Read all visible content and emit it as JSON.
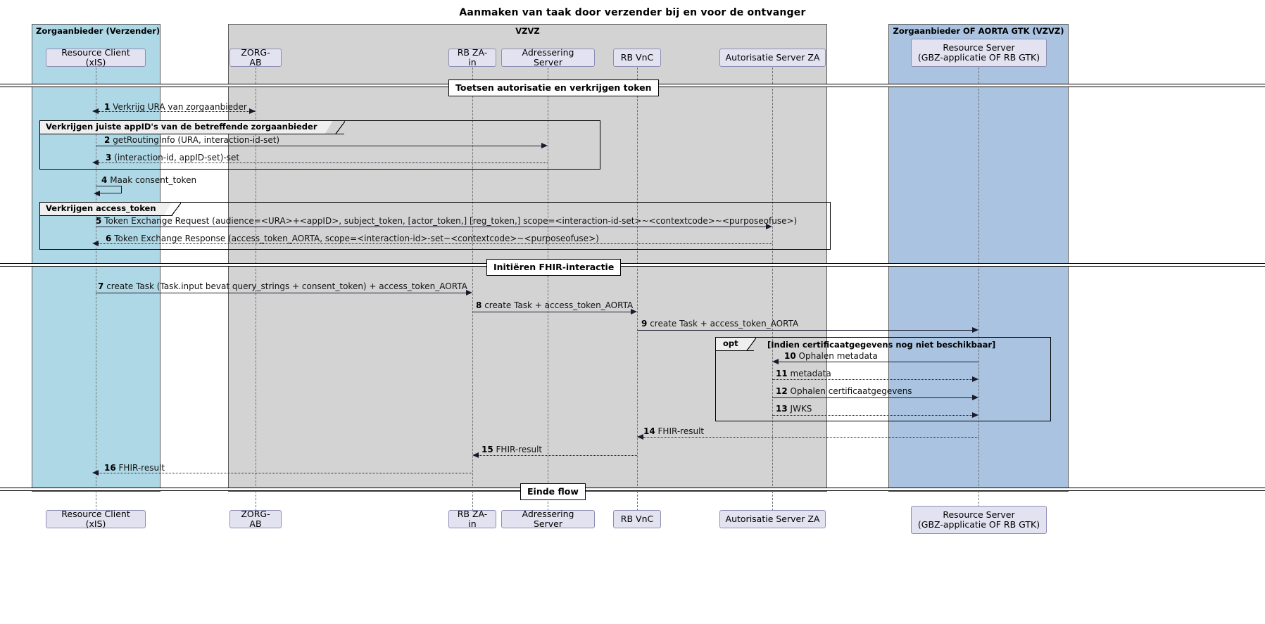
{
  "title": "Aanmaken van taak door verzender bij en voor de ontvanger",
  "groups": [
    {
      "id": "verzender",
      "label": "Zorgaanbieder (Verzender)",
      "color": "#afd8e6"
    },
    {
      "id": "vzvz",
      "label": "VZVZ",
      "color": "#d3d3d3"
    },
    {
      "id": "ontvanger",
      "label": "Zorgaanbieder OF AORTA GTK (VZVZ)",
      "color": "#a9c3e0"
    }
  ],
  "participants": [
    {
      "id": "xis",
      "label": "Resource Client (xIS)"
    },
    {
      "id": "zorgab",
      "label": "ZORG-AB"
    },
    {
      "id": "rbzain",
      "label": "RB ZA-in"
    },
    {
      "id": "adres",
      "label": "Adressering Server"
    },
    {
      "id": "rbvnc",
      "label": "RB VnC"
    },
    {
      "id": "autza",
      "label": "Autorisatie Server ZA"
    },
    {
      "id": "rs",
      "label": "Resource Server\n(GBZ-applicatie OF RB GTK)"
    }
  ],
  "separators": [
    {
      "id": "sep-auth",
      "label": "Toetsen autorisatie en verkrijgen token"
    },
    {
      "id": "sep-fhir",
      "label": "Initiëren FHIR-interactie"
    },
    {
      "id": "sep-end",
      "label": "Einde flow"
    }
  ],
  "frames": [
    {
      "id": "frame-appid",
      "tag": "",
      "label": "Verkrijgen juiste appID's van de betreffende zorgaanbieder",
      "condition": ""
    },
    {
      "id": "frame-token",
      "tag": "",
      "label": "Verkrijgen access_token",
      "condition": ""
    },
    {
      "id": "frame-opt",
      "tag": "opt",
      "label": "opt",
      "condition": "[Indien certificaatgegevens nog niet beschikbaar]"
    }
  ],
  "messages": [
    {
      "seq": "1",
      "text": "Verkrijg URA van zorgaanbieder",
      "style": "dotted",
      "dir": "both"
    },
    {
      "seq": "2",
      "text": "getRoutingInfo (URA, interaction-id-set)",
      "style": "solid",
      "dir": "right"
    },
    {
      "seq": "3",
      "text": "(interaction-id, appID-set)-set",
      "style": "dotted",
      "dir": "left"
    },
    {
      "seq": "4",
      "text": "Maak consent_token",
      "style": "self",
      "dir": "self"
    },
    {
      "seq": "5",
      "text": "Token Exchange Request (audience=<URA>+<appID>, subject_token, [actor_token,] [reg_token,] scope=<interaction-id-set>~<contextcode>~<purposeofuse>)",
      "style": "solid",
      "dir": "right"
    },
    {
      "seq": "6",
      "text": "Token Exchange Response (access_token_AORTA, scope=<interaction-id>-set~<contextcode>~<purposeofuse>)",
      "style": "dotted",
      "dir": "left"
    },
    {
      "seq": "7",
      "text": "create Task (Task.input bevat query_strings + consent_token) + access_token_AORTA",
      "style": "solid",
      "dir": "right"
    },
    {
      "seq": "8",
      "text": "create Task + access_token_AORTA",
      "style": "solid",
      "dir": "right"
    },
    {
      "seq": "9",
      "text": "create Task + access_token_AORTA",
      "style": "solid",
      "dir": "right"
    },
    {
      "seq": "10",
      "text": "Ophalen metadata",
      "style": "solid",
      "dir": "left"
    },
    {
      "seq": "11",
      "text": "metadata",
      "style": "dotted",
      "dir": "right"
    },
    {
      "seq": "12",
      "text": "Ophalen certificaatgegevens",
      "style": "solid",
      "dir": "right"
    },
    {
      "seq": "13",
      "text": "JWKS",
      "style": "dotted",
      "dir": "right"
    },
    {
      "seq": "14",
      "text": "FHIR-result",
      "style": "dotted",
      "dir": "left"
    },
    {
      "seq": "15",
      "text": "FHIR-result",
      "style": "dotted",
      "dir": "left"
    },
    {
      "seq": "16",
      "text": "FHIR-result",
      "style": "dotted",
      "dir": "left"
    }
  ],
  "colors": {
    "group_sender": "#afd8e6",
    "group_vzvz": "#d3d3d3",
    "group_receiver": "#a9c3e0",
    "participant_fill": "#e2e2f0",
    "participant_border": "#8e8eb4",
    "line": "#1a1a2e"
  }
}
